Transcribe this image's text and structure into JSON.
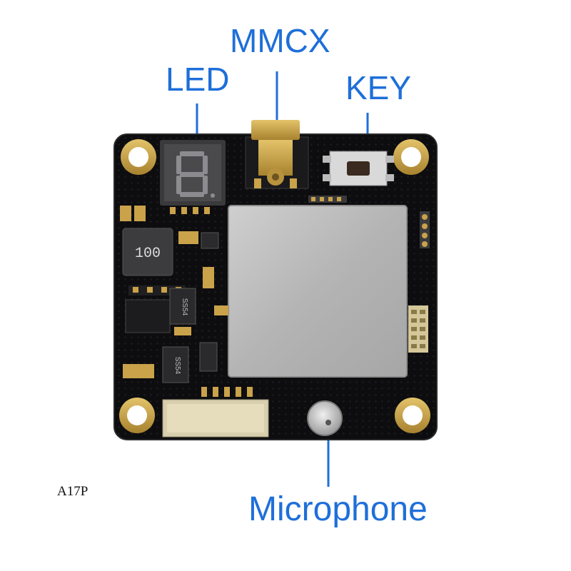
{
  "labels": {
    "mmcx": "MMCX",
    "led": "LED",
    "key": "KEY",
    "microphone": "Microphone"
  },
  "model_code": "A17P",
  "inductor_marking": "100",
  "diode_marking": "SS54",
  "colors": {
    "accent": "#1e6fd9",
    "pcb": "#0d0d0f",
    "gold": "#c9a24a",
    "shield": "#b9b9b9"
  }
}
